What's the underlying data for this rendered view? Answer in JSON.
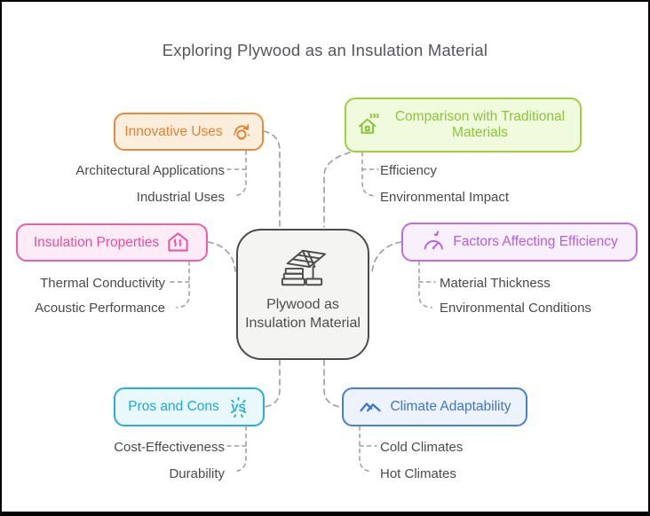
{
  "title": "Exploring Plywood as an Insulation Material",
  "center": {
    "label": "Plywood as Insulation Material",
    "icon": "plywood-stack-house-icon",
    "border_color": "#4B4B4B",
    "background": "#F4F4F3",
    "text_color": "#4D4D4D"
  },
  "branches": [
    {
      "id": "innovative-uses",
      "label": "Innovative Uses",
      "icon": "lightbulb-innovation-icon",
      "icon_side": "right",
      "accent": "#E2812F",
      "border": "#E88A3D",
      "background": "#FCEEDD",
      "children": [
        "Architectural Applications",
        "Industrial Uses"
      ]
    },
    {
      "id": "comparison-traditional-materials",
      "label": "Comparison with Traditional Materials",
      "icon": "insulated-house-smoke-icon",
      "icon_side": "left",
      "accent": "#8CC43C",
      "border": "#A0CE3E",
      "background": "#F0FADC",
      "children": [
        "Efficiency",
        "Environmental Impact"
      ]
    },
    {
      "id": "insulation-properties",
      "label": "Insulation Properties",
      "icon": "house-heat-waves-icon",
      "icon_side": "right",
      "accent": "#EC4FA0",
      "border": "#EE5FA9",
      "background": "#FDEBF5",
      "children": [
        "Thermal Conductivity",
        "Acoustic Performance"
      ]
    },
    {
      "id": "factors-affecting-efficiency",
      "label": "Factors Affecting Efficiency",
      "icon": "gauge-meter-icon",
      "icon_side": "left",
      "accent": "#B85CE6",
      "border": "#C06CE8",
      "background": "#F9F0FE",
      "children": [
        "Material Thickness",
        "Environmental Conditions"
      ]
    },
    {
      "id": "pros-and-cons",
      "label": "Pros and Cons",
      "icon": "vs-burst-icon",
      "icon_side": "right",
      "accent": "#1FA8DC",
      "border": "#27AEE0",
      "background": "#E9F8FD",
      "children": [
        "Cost-Effectiveness",
        "Durability"
      ]
    },
    {
      "id": "climate-adaptability",
      "label": "Climate Adaptability",
      "icon": "mountains-climate-icon",
      "icon_side": "left",
      "accent": "#3F74D2",
      "border": "#4A7DD8",
      "background": "#EDF3FC",
      "children": [
        "Cold Climates",
        "Hot Climates"
      ]
    }
  ],
  "palette": {
    "connector": "#9C9C9C",
    "sub_item_text": "#4A4A4A",
    "title_text": "#55565A",
    "frame_border": "#000000"
  }
}
